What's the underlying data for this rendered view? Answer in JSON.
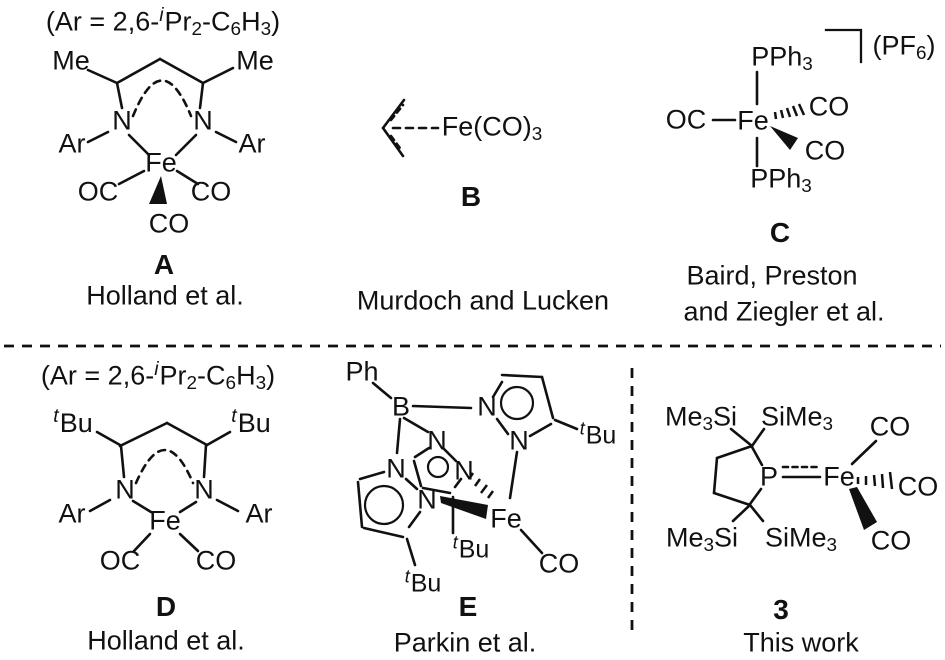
{
  "figure": {
    "background": "#ffffff",
    "ink": "#111111",
    "panels": {
      "a": {
        "ar_definition": [
          {
            "t": "(Ar = 2,6-"
          },
          {
            "t": "i",
            "s": "supi"
          },
          {
            "t": "Pr"
          },
          {
            "t": "2",
            "s": "sub"
          },
          {
            "t": "-C"
          },
          {
            "t": "6",
            "s": "sub"
          },
          {
            "t": "H"
          },
          {
            "t": "3",
            "s": "sub"
          },
          {
            "t": ")"
          }
        ],
        "methyl_left": "Me",
        "methyl_right": "Me",
        "nitrogen_left": "N",
        "nitrogen_right": "N",
        "aryl_left": "Ar",
        "aryl_right": "Ar",
        "metal": "Fe",
        "carbonyl_left": "OC",
        "carbonyl_right": "CO",
        "carbonyl_bottom": "CO",
        "compound_label": "A",
        "attribution": "Holland et al."
      },
      "b": {
        "iron_fragment": [
          {
            "t": "Fe(CO)"
          },
          {
            "t": "3",
            "s": "sub"
          }
        ],
        "compound_label": "B",
        "attribution": "Murdoch and Lucken"
      },
      "c": {
        "phosphine_top": [
          {
            "t": "PPh"
          },
          {
            "t": "3",
            "s": "sub"
          }
        ],
        "phosphine_bottom": [
          {
            "t": "PPh"
          },
          {
            "t": "3",
            "s": "sub"
          }
        ],
        "counterion": [
          {
            "t": "(PF"
          },
          {
            "t": "6",
            "s": "sub"
          },
          {
            "t": ")"
          }
        ],
        "carbonyl_left": "OC",
        "metal": "Fe",
        "carbonyl_top": "CO",
        "carbonyl_bottom": "CO",
        "compound_label": "C",
        "attribution_line1": "Baird, Preston",
        "attribution_line2": "and Ziegler et al."
      },
      "d": {
        "ar_definition": [
          {
            "t": "(Ar = 2,6-"
          },
          {
            "t": "i",
            "s": "supi"
          },
          {
            "t": "Pr"
          },
          {
            "t": "2",
            "s": "sub"
          },
          {
            "t": "-C"
          },
          {
            "t": "6",
            "s": "sub"
          },
          {
            "t": "H"
          },
          {
            "t": "3",
            "s": "sub"
          },
          {
            "t": ")"
          }
        ],
        "tbu_left": [
          {
            "t": "t",
            "s": "supi"
          },
          {
            "t": "Bu"
          }
        ],
        "tbu_right": [
          {
            "t": "t",
            "s": "supi"
          },
          {
            "t": "Bu"
          }
        ],
        "nitrogen_left": "N",
        "nitrogen_right": "N",
        "aryl_left": "Ar",
        "aryl_right": "Ar",
        "metal": "Fe",
        "carbonyl_left": "OC",
        "carbonyl_right": "CO",
        "compound_label": "D",
        "attribution": "Holland et al."
      },
      "e": {
        "phenyl": "Ph",
        "boron": "B",
        "nitrogen_right_1": "N",
        "nitrogen_right_2": "N",
        "nitrogen_back_1": "N",
        "nitrogen_back_2": "N",
        "nitrogen_left_1": "N",
        "nitrogen_left_2": "N",
        "tbu_right": [
          {
            "t": "t",
            "s": "supi"
          },
          {
            "t": "Bu"
          }
        ],
        "tbu_center": [
          {
            "t": "t",
            "s": "supi"
          },
          {
            "t": "Bu"
          }
        ],
        "tbu_left": [
          {
            "t": "t",
            "s": "supi"
          },
          {
            "t": "Bu"
          }
        ],
        "metal": "Fe",
        "carbonyl": "CO",
        "compound_label": "E",
        "attribution": "Parkin et al."
      },
      "three": {
        "silyl_top_left": [
          {
            "t": "Me"
          },
          {
            "t": "3",
            "s": "sub"
          },
          {
            "t": "Si"
          }
        ],
        "silyl_top_right": [
          {
            "t": "SiMe"
          },
          {
            "t": "3",
            "s": "sub"
          }
        ],
        "silyl_bottom_left": [
          {
            "t": "Me"
          },
          {
            "t": "3",
            "s": "sub"
          },
          {
            "t": "Si"
          }
        ],
        "silyl_bottom_right": [
          {
            "t": "SiMe"
          },
          {
            "t": "3",
            "s": "sub"
          }
        ],
        "phosphorus": "P",
        "metal": "Fe",
        "carbonyl_top": "CO",
        "carbonyl_right": "CO",
        "carbonyl_bottom": "CO",
        "compound_label": "3",
        "attribution": "This work"
      }
    }
  }
}
